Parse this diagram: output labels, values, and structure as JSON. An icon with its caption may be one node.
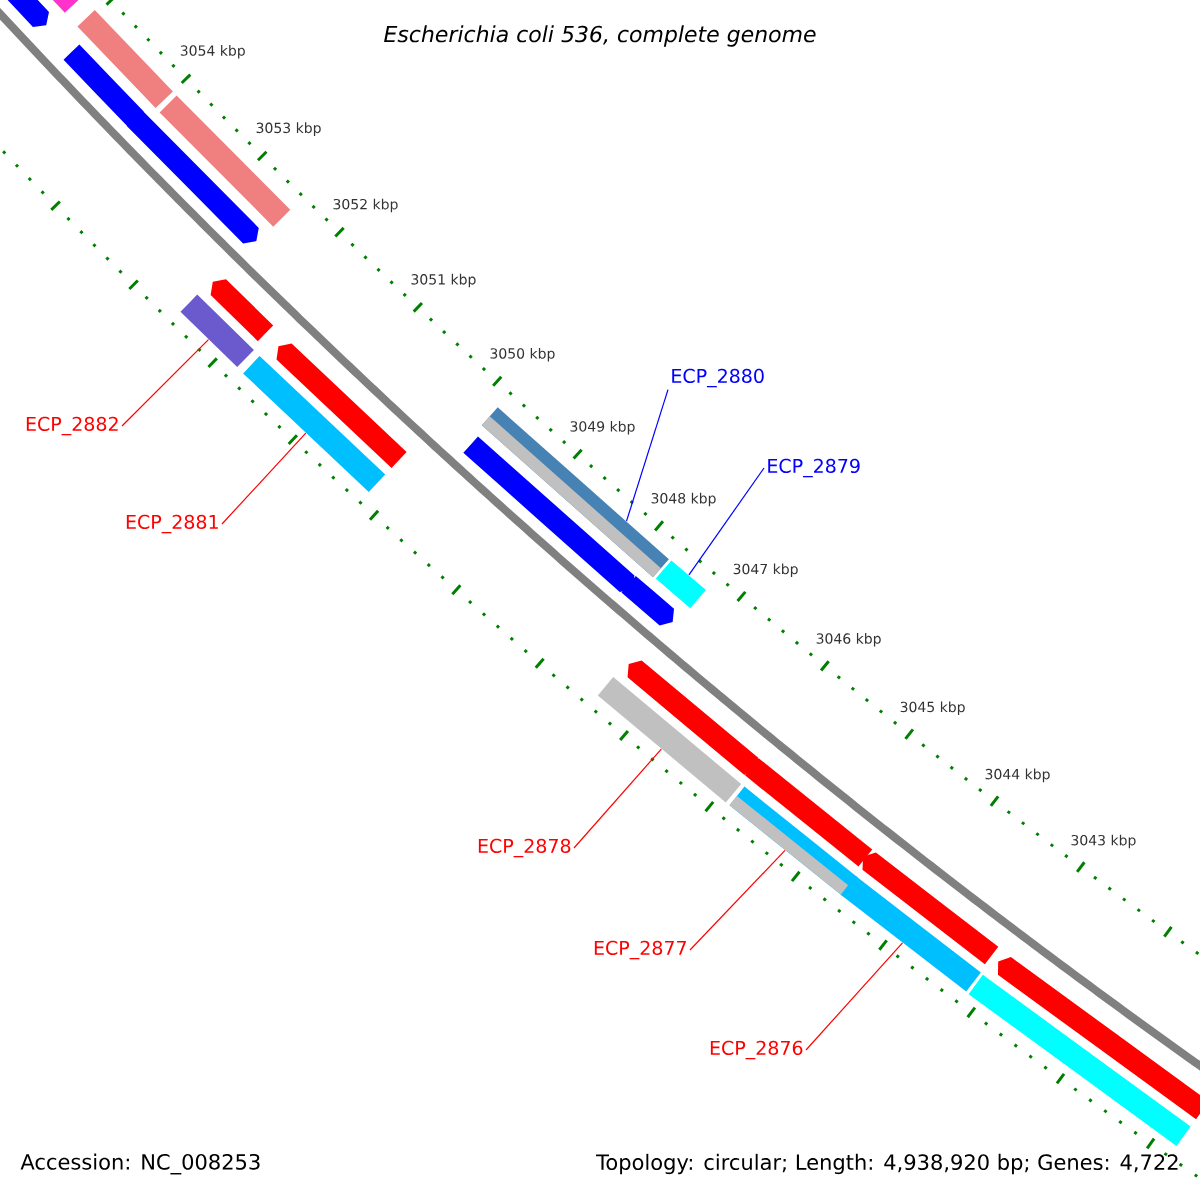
{
  "diagram": {
    "title": "Escherichia coli 536, complete genome",
    "nodes": [
      {
        "text": [
          "ECP_2882"
        ]
      },
      {
        "text": [],
        "shape": "bar"
      },
      {
        "text": [
          "ECP_2881"
        ]
      },
      {
        "text": [],
        "shape": "bar"
      },
      {
        "text": [
          "ECP_2880"
        ]
      },
      {
        "text": [],
        "shape": "bar"
      },
      {
        "text": [
          "ECP_2879"
        ]
      },
      {
        "text": [],
        "shape": "bar"
      },
      {
        "text": [
          "ECP_2878"
        ]
      },
      {
        "text": [],
        "shape": "bar"
      },
      {
        "text": [
          "ECP_2877"
        ]
      },
      {
        "text": [],
        "shape": "bar"
      },
      {
        "text": [
          "ECP_2876"
        ]
      },
      {
        "text": [],
        "shape": "bar"
      },
      {
        "text": [],
        "shape": "bar"
      },
      {
        "text": [],
        "shape": "bar"
      },
      {
        "text": [],
        "shape": "bar"
      },
      {
        "text": [],
        "shape": "bar"
      },
      {
        "text": [],
        "shape": "bar"
      },
      {
        "text": [],
        "shape": "bar"
      },
      {
        "text": [],
        "shape": "bar"
      },
      {
        "text": [],
        "shape": "bar"
      },
      {
        "text": [],
        "shape": "bar"
      },
      {
        "text": [],
        "shape": "bar"
      },
      {
        "text": [],
        "shape": "bar"
      },
      {
        "text": [],
        "shape": "bar"
      },
      {
        "text": [],
        "shape": "bar"
      },
      {
        "text": [],
        "shape": "bar"
      },
      {
        "text": [],
        "shape": "bar"
      }
    ],
    "edges": [
      {
        "from": 0,
        "to": 1,
        "arrow": "none"
      },
      {
        "from": 2,
        "to": 3,
        "arrow": "none"
      },
      {
        "from": 4,
        "to": 5,
        "arrow": "none",
        "color": "#0000ff"
      },
      {
        "from": 6,
        "to": 7,
        "arrow": "none",
        "color": "#0000ff"
      },
      {
        "from": 8,
        "to": 9,
        "arrow": "none"
      },
      {
        "from": 10,
        "to": 11,
        "arrow": "none"
      },
      {
        "from": 12,
        "to": 13,
        "arrow": "none"
      }
    ],
    "labels": [
      "3054 kbp",
      "3053 kbp",
      "3052 kbp",
      "3051 kbp",
      "3050 kbp",
      "3049 kbp",
      "3048 kbp",
      "3047 kbp",
      "3046 kbp",
      "3045 kbp",
      "3044 kbp",
      "3043 kbp",
      "Accession: NC_008253",
      "Topology: circular; Length: 4,938,920 bp; Genes: 4,722"
    ]
  }
}
